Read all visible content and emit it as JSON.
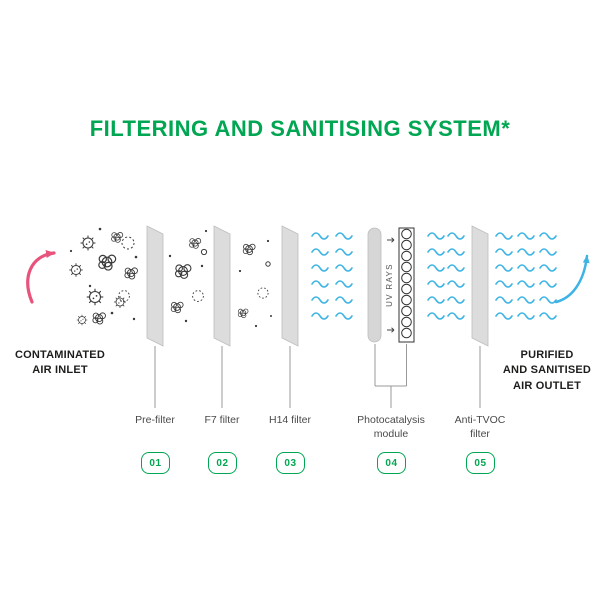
{
  "title": "FILTERING AND SANITISING SYSTEM*",
  "inlet": {
    "label": "CONTAMINATED\nAIR INLET"
  },
  "outlet": {
    "label": "PURIFIED\nAND SANITISED\nAIR OUTLET"
  },
  "module": {
    "uv_label": "UV RAYS"
  },
  "filters": [
    {
      "number": "01",
      "label": "Pre-filter"
    },
    {
      "number": "02",
      "label": "F7 filter"
    },
    {
      "number": "03",
      "label": "H14 filter"
    },
    {
      "number": "04",
      "label": "Photocatalysis\nmodule"
    },
    {
      "number": "05",
      "label": "Anti-TVOC\nfilter"
    }
  ],
  "colors": {
    "green": "#00A651",
    "pink": "#E8537B",
    "blue": "#3CB4E5",
    "gray": "#DCDCDC"
  }
}
